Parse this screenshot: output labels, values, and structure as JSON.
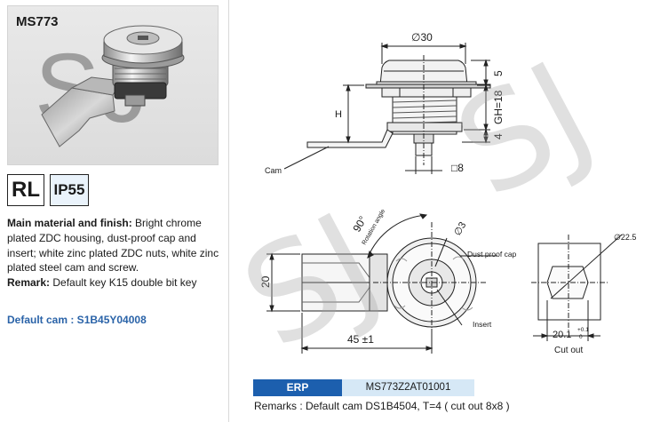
{
  "product": {
    "model": "MS773",
    "badges": {
      "lock": "RL",
      "ip": "IP55"
    },
    "material_heading": "Main material and finish:",
    "material_text": "Bright chrome plated ZDC housing, dust-proof cap and insert; white zinc plated ZDC nuts, white zinc plated steel cam and screw.",
    "remark_heading": "Remark:",
    "remark_text": "Default key K15 double bit key",
    "default_cam": "Default cam : S1B45Y04008"
  },
  "drawing": {
    "side_view": {
      "dia_30": "∅30",
      "dim_5": "5",
      "dim_gh18": "GH=18",
      "dim_4": "4",
      "dim_h": "H",
      "square_8": "□8",
      "cam_label": "Cam"
    },
    "front_view": {
      "angle": "90°",
      "rotation": "Rotation angle",
      "dia_3": "∅3",
      "dust_cap": "Dust proof cap",
      "insert": "Insert",
      "dim_20": "20",
      "dim_45": "45 ±1"
    },
    "cutout": {
      "dia": "∅22.5",
      "dim_main": "20.1",
      "tol_plus": "+0.1",
      "tol_zero": "0",
      "label": "Cut out"
    }
  },
  "erp": {
    "label": "ERP",
    "code": "MS773Z2AT01001"
  },
  "remarks": "Remarks : Default cam DS1B4504, T=4 ( cut out 8x8 )",
  "watermark": "SJ"
}
